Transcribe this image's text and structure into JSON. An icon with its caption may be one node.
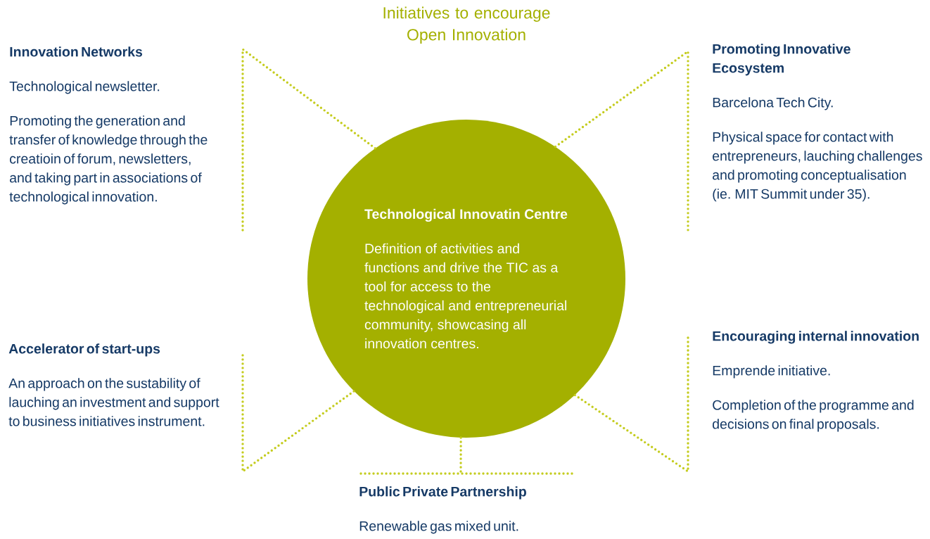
{
  "diagram": {
    "title": "Initiatives to encourage Open Innovation",
    "nodes": [
      {
        "text": [
          "Technological Innovatin Centre",
          "Definition of activities and functions and drive the TIC as a tool for access to the technological and entrepreneurial community, showcasing all innovation centres."
        ]
      },
      {
        "text": [
          "Innovation Networks",
          "Technological newsletter.",
          "Promoting the generation and transfer of knowledge through the creatioin of forum, newsletters, and taking part in associations of technological innovation."
        ]
      },
      {
        "text": [
          "Promoting Innovative Ecosystem",
          "Barcelona Tech City.",
          "Physical space for contact with entrepreneurs, lauching challenges and promoting conceptualisation (ie. MIT Summit under 35)."
        ]
      },
      {
        "text": [
          "Accelerator of start-ups",
          "An approach on the sustability of lauching an investment and support to business initiatives instrument."
        ]
      },
      {
        "text": [
          "Encouraging internal innovation",
          "Emprende initiative.",
          "Completion of the programme and decisions on final proposals."
        ]
      },
      {
        "text": [
          "Public Private Partnership",
          "Renewable gas mixed unit."
        ]
      }
    ],
    "edges": [
      {
        "from": 0,
        "to": 1,
        "arrow": "none"
      },
      {
        "from": 0,
        "to": 2,
        "arrow": "none"
      },
      {
        "from": 0,
        "to": 3,
        "arrow": "none"
      },
      {
        "from": 0,
        "to": 4,
        "arrow": "none"
      },
      {
        "from": 0,
        "to": 5,
        "arrow": "none"
      }
    ]
  }
}
